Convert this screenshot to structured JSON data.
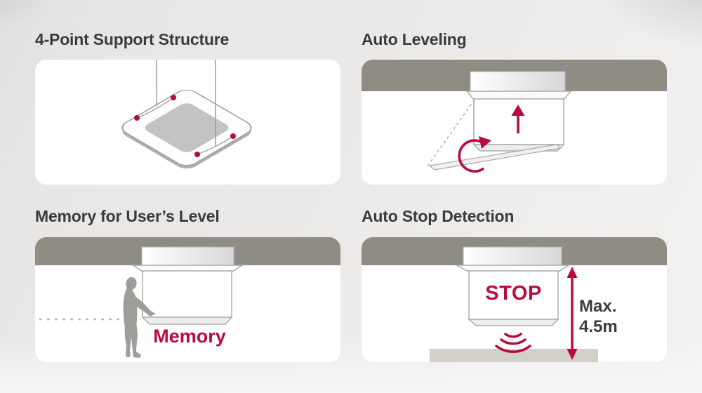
{
  "colors": {
    "accent": "#B80D3C",
    "ceiling_gray": "#8F8C84",
    "floor_gray": "#D3CFC9",
    "silhouette_gray": "#9D9D99",
    "title_text": "#3B3B3B",
    "measure_text": "#3C3C3C"
  },
  "features": {
    "support": {
      "title": "4-Point Support Structure"
    },
    "leveling": {
      "title": "Auto Leveling"
    },
    "memory": {
      "title": "Memory for User’s Level",
      "memory_label": "Memory"
    },
    "autostop": {
      "title": "Auto Stop Detection",
      "stop_label": "STOP",
      "max_label": "Max.",
      "height_label": "4.5m"
    }
  }
}
